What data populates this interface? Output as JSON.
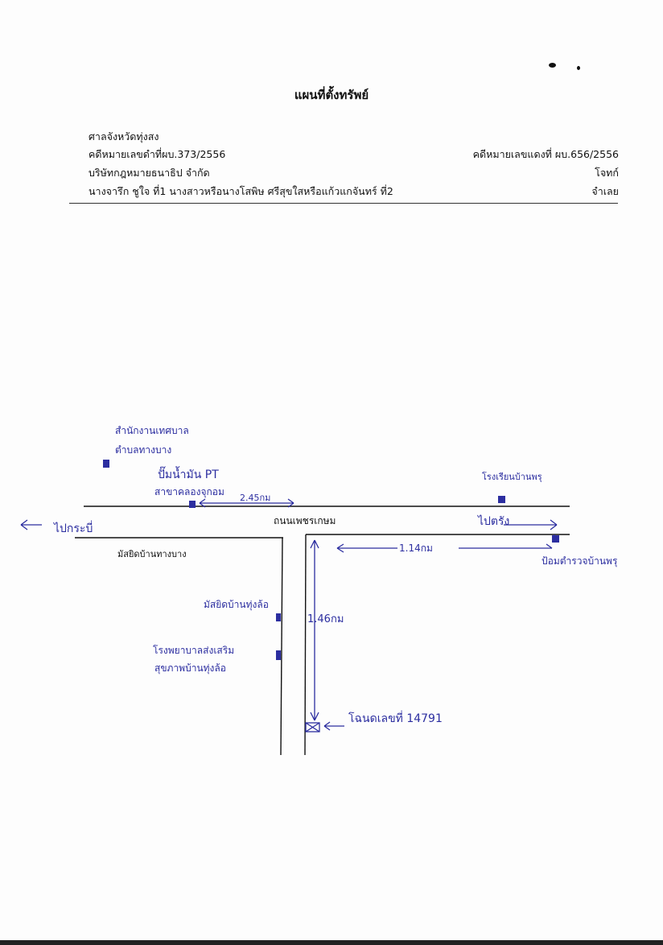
{
  "document": {
    "title": "แผนที่ตั้งทรัพย์",
    "court": "ศาลจังหวัดทุ่งสง",
    "black_case": "คดีหมายเลขดำที่ผบ.373/2556",
    "red_case": "คดีหมายเลขแดงที่ ผบ.656/2556",
    "plaintiff": "บริษัทกฎหมายธนาธิป จำกัด",
    "plaintiff_role": "โจทก์",
    "defendant": "นางจารึก ชูใจ ที่1 นางสาวหรือนางโสพิษ ศรีสุขใสหรือแก้วแกจันทร์ ที่2",
    "defendant_role": "จำเลย"
  },
  "map": {
    "labels": {
      "health_office": "สำนักงานเทศบาล",
      "health_office_2": "ตำบลทางบาง",
      "gas_station": "ปั๊มน้ำมัน PT",
      "branch": "สาขาคลองจุกอม",
      "dist_main": "2.45กม",
      "school_right": "โรงเรียนบ้านพรุ",
      "road_name": "ถนนเพชรเกษม",
      "to_left": "ไปกระบี่",
      "to_right": "ไปตรัง",
      "dist_branch": "1.14กม",
      "police_box": "ป้อมตำรวจบ้านพรุ",
      "mosque_left": "มัสยิดบ้านทางบาง",
      "mosque_side": "มัสยิดบ้านทุ่งล้อ",
      "dist_side": "1.46กม",
      "hospital_1": "โรงพยาบาลส่งเสริม",
      "hospital_2": "สุขภาพบ้านทุ่งล้อ",
      "deed": "โฉนดเลขที่ 14791"
    },
    "colors": {
      "ink": "#2c2ea0",
      "print": "#111111"
    }
  }
}
